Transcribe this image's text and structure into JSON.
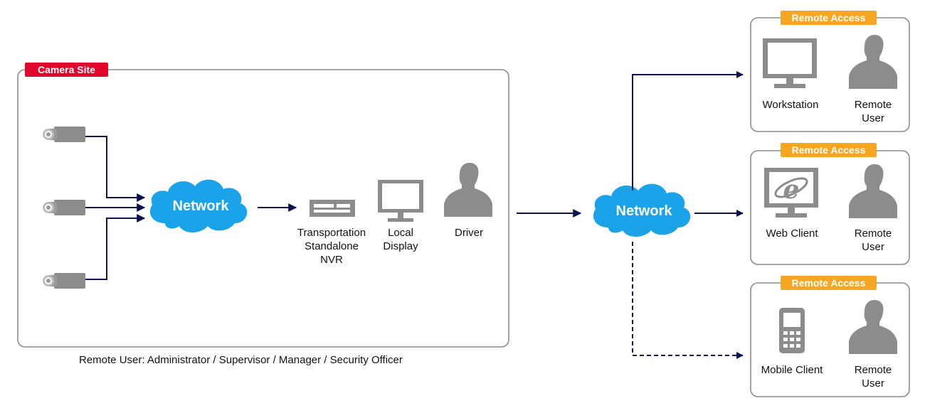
{
  "camera_site": {
    "tag": "Camera Site",
    "network_label": "Network",
    "devices": [
      {
        "label": "Transportation\nStandalone\nNVR"
      },
      {
        "label": "Local\nDisplay"
      },
      {
        "label": "Driver"
      }
    ],
    "caption": "Remote User: Administrator / Supervisor / Manager / Security Officer"
  },
  "center_network_label": "Network",
  "remote_access": [
    {
      "tag": "Remote Access",
      "client_label": "Workstation",
      "user_label": "Remote\nUser",
      "client_icon": "workstation-monitor-icon"
    },
    {
      "tag": "Remote Access",
      "client_label": "Web Client",
      "user_label": "Remote\nUser",
      "client_icon": "web-browser-monitor-icon"
    },
    {
      "tag": "Remote Access",
      "client_label": "Mobile Client",
      "user_label": "Remote\nUser",
      "client_icon": "mobile-phone-icon"
    }
  ],
  "colors": {
    "accent_red": "#e2062c",
    "accent_orange": "#f5a623",
    "cloud_blue": "#1aa3e8",
    "arrow_navy": "#0d1250",
    "icon_gray": "#8c8c8c"
  }
}
